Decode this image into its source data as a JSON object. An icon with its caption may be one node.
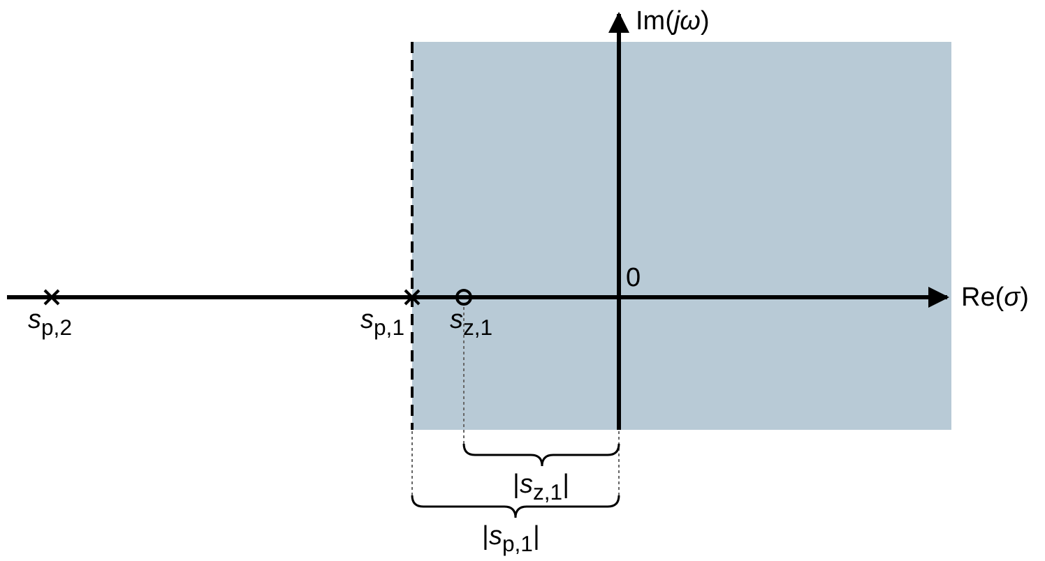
{
  "diagram": {
    "labels": [
      "Im(*jω*)",
      "0",
      "Re(*σ*)",
      "*s*$_{p,2}$",
      "*s*$_{p,1}$",
      "*s*$_{z,1}$",
      "|*s*$_{z,1}$|",
      "|*s*$_{p,1}$|"
    ]
  }
}
